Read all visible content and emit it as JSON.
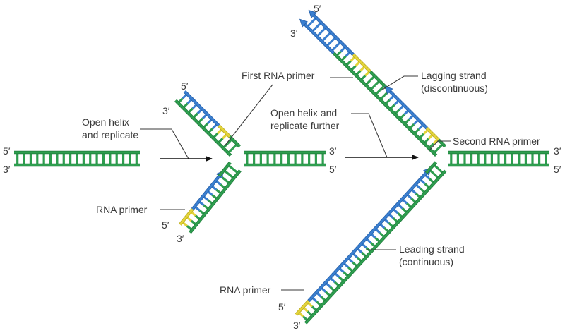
{
  "title": "DNA replication fork: leading and lagging strand synthesis",
  "colors": {
    "template": "#2e9e4f",
    "template_dark": "#1f7a3a",
    "new_dna": "#3a7fd0",
    "new_dna_dark": "#245ea8",
    "rna_primer": "#e3d43a",
    "rna_primer_dark": "#b9a920",
    "text": "#3a3a3a",
    "arrow": "#111111"
  },
  "stages": {
    "parental": {
      "end_top": "5′",
      "end_bottom": "3′"
    },
    "first_fork": {
      "step_label": [
        "Open helix",
        "and replicate"
      ],
      "upper_arm_end_outer": "5′",
      "upper_arm_end_inner": "3′",
      "upper_label": "First RNA primer",
      "lower_label": "RNA primer",
      "lower_arm_end_inner": "5′",
      "lower_arm_end_outer": "3′",
      "duplex_end_top": "3′",
      "duplex_end_bottom": "5′"
    },
    "second_fork": {
      "step_label": [
        "Open helix and",
        "replicate further"
      ],
      "upper_arm_end_outer": "5′",
      "upper_arm_end_inner": "3′",
      "lagging_label": [
        "Lagging strand",
        "(discontinuous)"
      ],
      "second_primer_label": "Second RNA primer",
      "leading_label": [
        "Leading strand",
        "(continuous)"
      ],
      "lower_label": "RNA primer",
      "lower_arm_end_inner": "5′",
      "lower_arm_end_outer": "3′",
      "duplex_end_top": "3′",
      "duplex_end_bottom": "5′"
    }
  }
}
